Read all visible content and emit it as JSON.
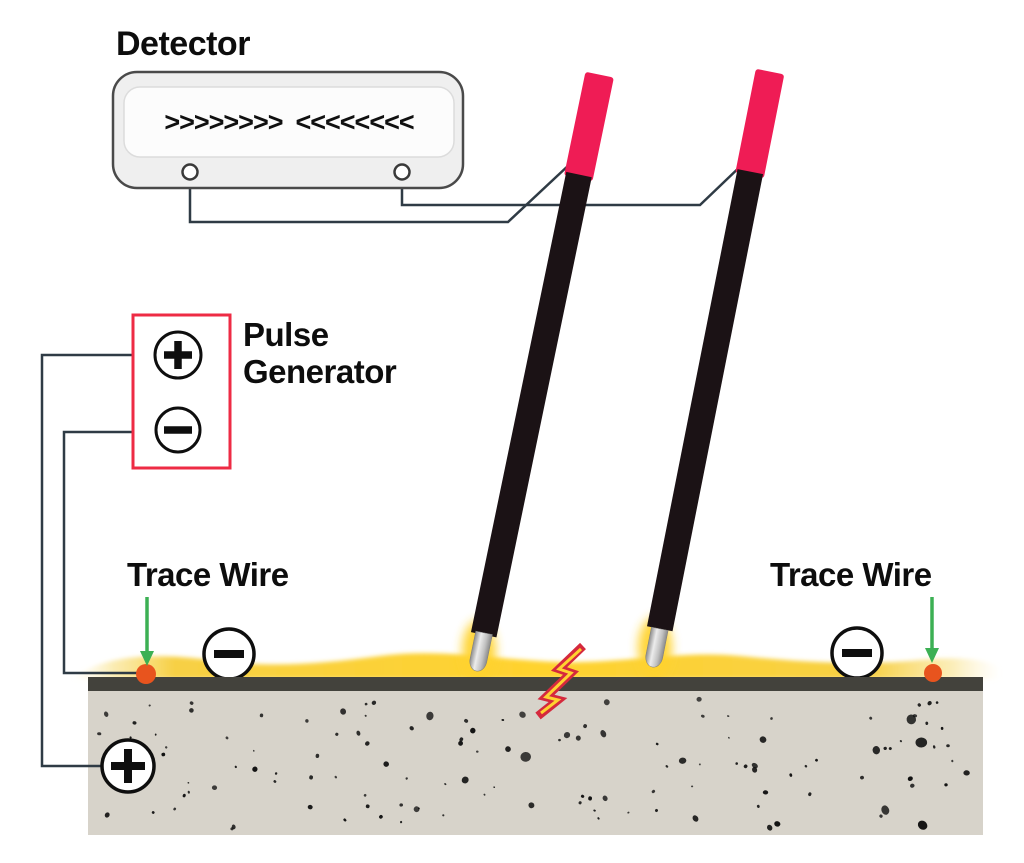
{
  "labels": {
    "detector": "Detector",
    "pulse_generator": "Pulse Generator",
    "trace_wire_left": "Trace Wire",
    "trace_wire_right": "Trace Wire"
  },
  "detector": {
    "signal_display": ">>>>>>>>  <<<<<<<<"
  },
  "symbols": {
    "positive": "+",
    "negative": "−"
  },
  "icons": {
    "detector_signal": "chevron-arrows",
    "detector_terminals": "terminal-dot",
    "generator_positive": "plus-in-circle-icon",
    "generator_negative": "minus-in-circle-icon",
    "surface_charge": "minus-in-circle-icon",
    "buried_charge": "plus-in-circle-icon",
    "trace_wire_marker": "orange-dot-icon",
    "trace_wire_pointer": "green-down-arrow-icon",
    "spark": "lightning-bolt-icon"
  },
  "colors": {
    "probe_handle": "#ef1c55",
    "probe_shaft": "#1b1215",
    "pulse_box_border": "#ee2b44",
    "wire": "#2f3b45",
    "signal_band": "#ffd32e",
    "trace_dot": "#e8541e",
    "arrow_green": "#3cb054",
    "ground_surface": "#43423c",
    "ground_fill": "#d7d3ca",
    "speckle": "#111111",
    "lightning_red": "#d5293d",
    "lightning_yellow": "#ffd230",
    "detector_body": "#efefef",
    "detector_border": "#4a4a4a",
    "detector_screen": "#fcfcfc"
  }
}
